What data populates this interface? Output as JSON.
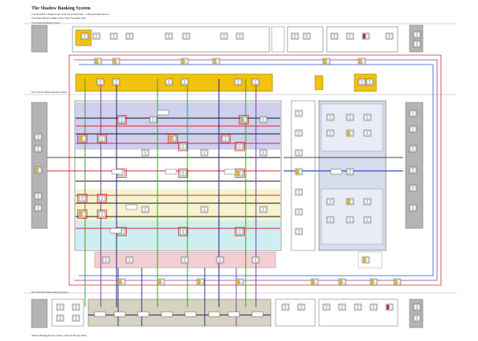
{
  "header": {
    "title": "The Shadow Banking System",
    "subtitle_1": "Conceptualized, designed and created by Zoltan Pozsar · zoltan.pozsar@research...",
    "subtitle_2": "The Federal Reserve Bank of New York, November 2010"
  },
  "footer": {
    "text": "Shadow Banking (Pozsar, Adrian, Ashcraft, Boesky 2010)"
  },
  "rows": {
    "top": "The Traditional Banking System",
    "middle": "The \"Internal\" Shadow Banking System",
    "bottom": "The \"External\" Shadow Banking System"
  },
  "colors": {
    "gold": "#f2c20f",
    "lavender": "#cfcff0",
    "yellow_light": "#f7f3cf",
    "cyan_light": "#cfeef2",
    "pink_light": "#f3cfd3",
    "blue_grey": "#d5dcec",
    "grey": "#b4b4b4",
    "tan": "#d8d2c0",
    "red": "#dd2424",
    "green": "#3a9e2a",
    "blue": "#2a4ecf",
    "navy": "#1a2377",
    "purple": "#7a3a9e",
    "black": "#111111"
  }
}
